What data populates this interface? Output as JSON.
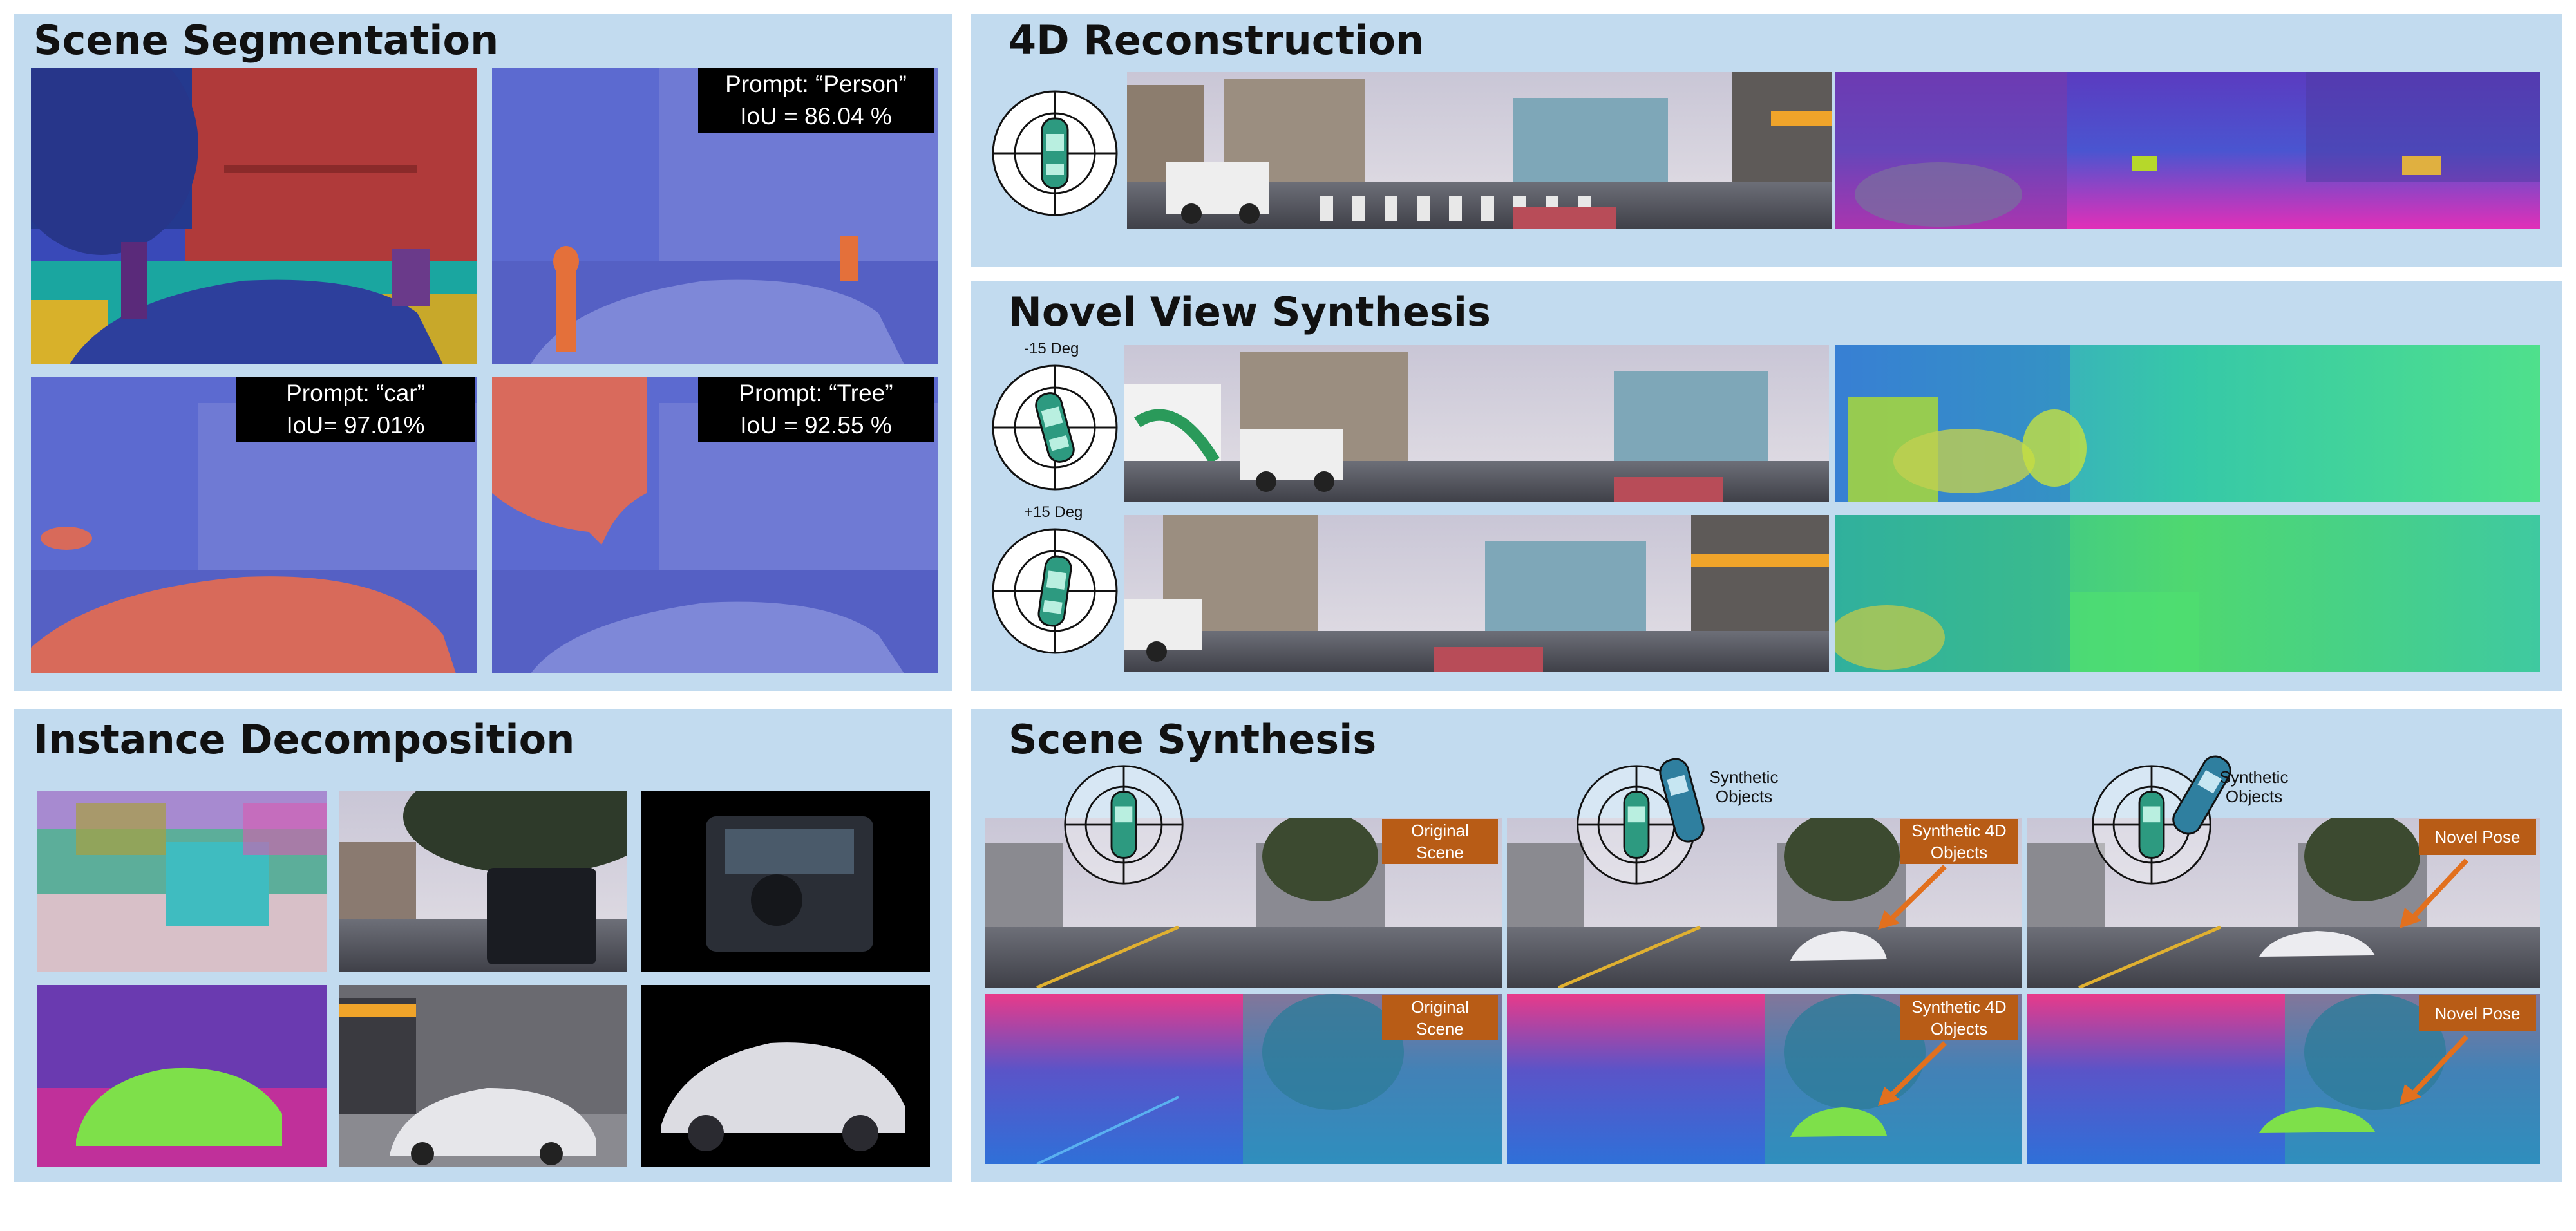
{
  "panels": {
    "scene_segmentation": {
      "title": "Scene Segmentation",
      "prompts": [
        {
          "line1": "Prompt: “Person”",
          "line2": "IoU = 86.04 %"
        },
        {
          "line1": "Prompt: “car”",
          "line2": "IoU= 97.01%"
        },
        {
          "line1": "Prompt: “Tree”",
          "line2": "IoU = 92.55 %"
        }
      ]
    },
    "reconstruction_4d": {
      "title": "4D Reconstruction"
    },
    "novel_view_synthesis": {
      "title": "Novel View Synthesis",
      "angle_labels": [
        "-15 Deg",
        "+15 Deg"
      ]
    },
    "instance_decomposition": {
      "title": "Instance Decomposition"
    },
    "scene_synthesis": {
      "title": "Scene Synthesis",
      "synthetic_objects_label": [
        "Synthetic",
        "Objects"
      ],
      "badges": [
        [
          "Original",
          "Scene"
        ],
        [
          "Synthetic 4D",
          "Objects"
        ],
        [
          "Novel Pose"
        ]
      ]
    }
  },
  "colors": {
    "panel_bg": "#c2dbef",
    "badge_orange": "#b85c16",
    "prompt_bg": "#000000"
  }
}
